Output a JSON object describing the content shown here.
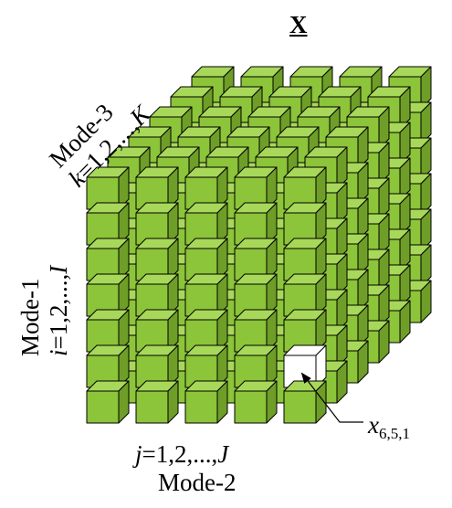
{
  "tensor": {
    "symbol": "X",
    "dims": {
      "mode1": 7,
      "mode2": 5,
      "mode3": 6
    },
    "highlighted_element": {
      "i": 6,
      "j": 5,
      "k": 1,
      "label_base": "x",
      "label_sub": "6,5,1"
    }
  },
  "labels": {
    "mode3_name": "Mode-3",
    "mode3_var": "k",
    "mode3_range": "=1,2,...,",
    "mode3_end": "K",
    "mode1_name": "Mode-1",
    "mode1_var": "i",
    "mode1_range": "=1,2,...,",
    "mode1_end": "I",
    "mode2_var": "j",
    "mode2_range": "=1,2,...,",
    "mode2_end": "J",
    "mode2_name": "Mode-2"
  },
  "colors": {
    "cube_front": "#8cc43a",
    "cube_top": "#a8d85a",
    "cube_side": "#6e9e28",
    "edge": "#000000",
    "highlight": "#ffffff"
  }
}
